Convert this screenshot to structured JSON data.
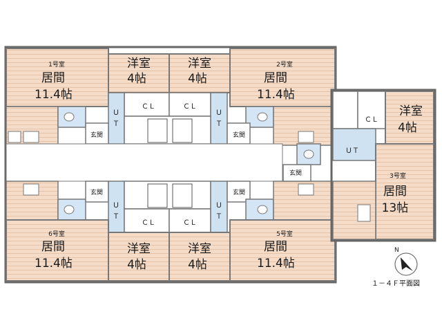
{
  "units": {
    "u1": {
      "no": "1号室",
      "name": "居間",
      "size": "11.4帖"
    },
    "u2": {
      "no": "2号室",
      "name": "居間",
      "size": "11.4帖"
    },
    "u3": {
      "no": "3号室",
      "name": "居間",
      "size": "13帖"
    },
    "u5": {
      "no": "5号室",
      "name": "居間",
      "size": "11.4帖"
    },
    "u6": {
      "no": "6号室",
      "name": "居間",
      "size": "11.4帖"
    }
  },
  "rooms": {
    "western": "洋室",
    "western_size": "4帖",
    "closet": "ＣＬ",
    "ut_u": "Ｕ",
    "ut_t": "Ｔ",
    "ut": "ＵＴ",
    "entrance": "玄関"
  },
  "compass": {
    "north": "N"
  },
  "plan_title": "１－４Ｆ平面図",
  "colors": {
    "floor": "#f2d9c4",
    "stripe": "#e9c7ad",
    "wet": "#cfe2f2",
    "wall": "#6a6a6a"
  }
}
